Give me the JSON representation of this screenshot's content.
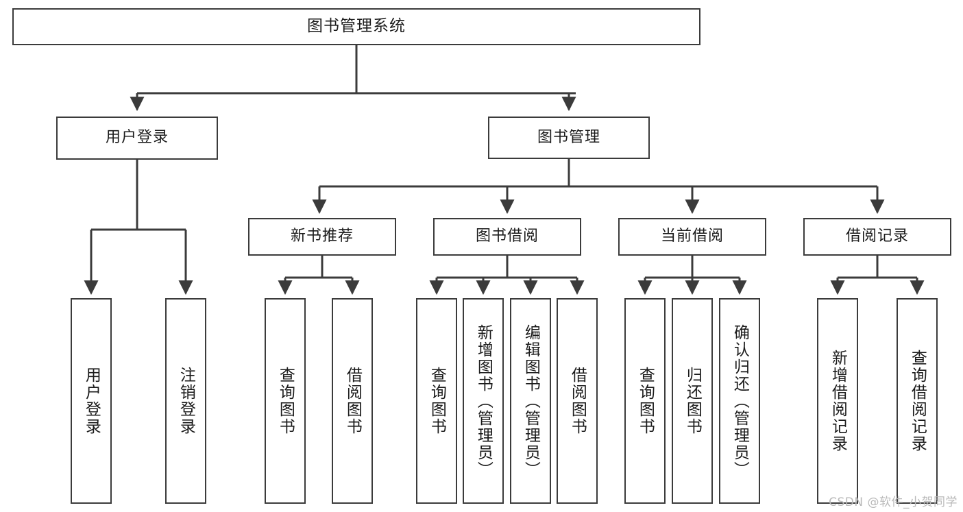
{
  "diagram": {
    "title": "图书管理系统",
    "colors": {
      "stroke": "#3b3b3b",
      "text": "#1b1b1b",
      "background": "#ffffff",
      "watermark": "#b9b9b9"
    },
    "root": {
      "label": "图书管理系统"
    },
    "level1": [
      {
        "label": "用户登录"
      },
      {
        "label": "图书管理"
      }
    ],
    "level2": [
      {
        "label": "新书推荐"
      },
      {
        "label": "图书借阅"
      },
      {
        "label": "当前借阅"
      },
      {
        "label": "借阅记录"
      }
    ],
    "leaves": {
      "user_login": [
        {
          "label": "用户登录"
        },
        {
          "label": "注销登录"
        }
      ],
      "new_book_recommend": [
        {
          "label": "查询图书"
        },
        {
          "label": "借阅图书"
        }
      ],
      "book_borrow": [
        {
          "label": "查询图书"
        },
        {
          "label": "新增图书（管理员）"
        },
        {
          "label": "编辑图书（管理员）"
        },
        {
          "label": "借阅图书"
        }
      ],
      "current_borrow": [
        {
          "label": "查询图书"
        },
        {
          "label": "归还图书"
        },
        {
          "label": "确认归还（管理员）"
        }
      ],
      "borrow_record": [
        {
          "label": "新增借阅记录"
        },
        {
          "label": "查询借阅记录"
        }
      ]
    },
    "watermark": "CSDN @软件_小贺同学"
  }
}
